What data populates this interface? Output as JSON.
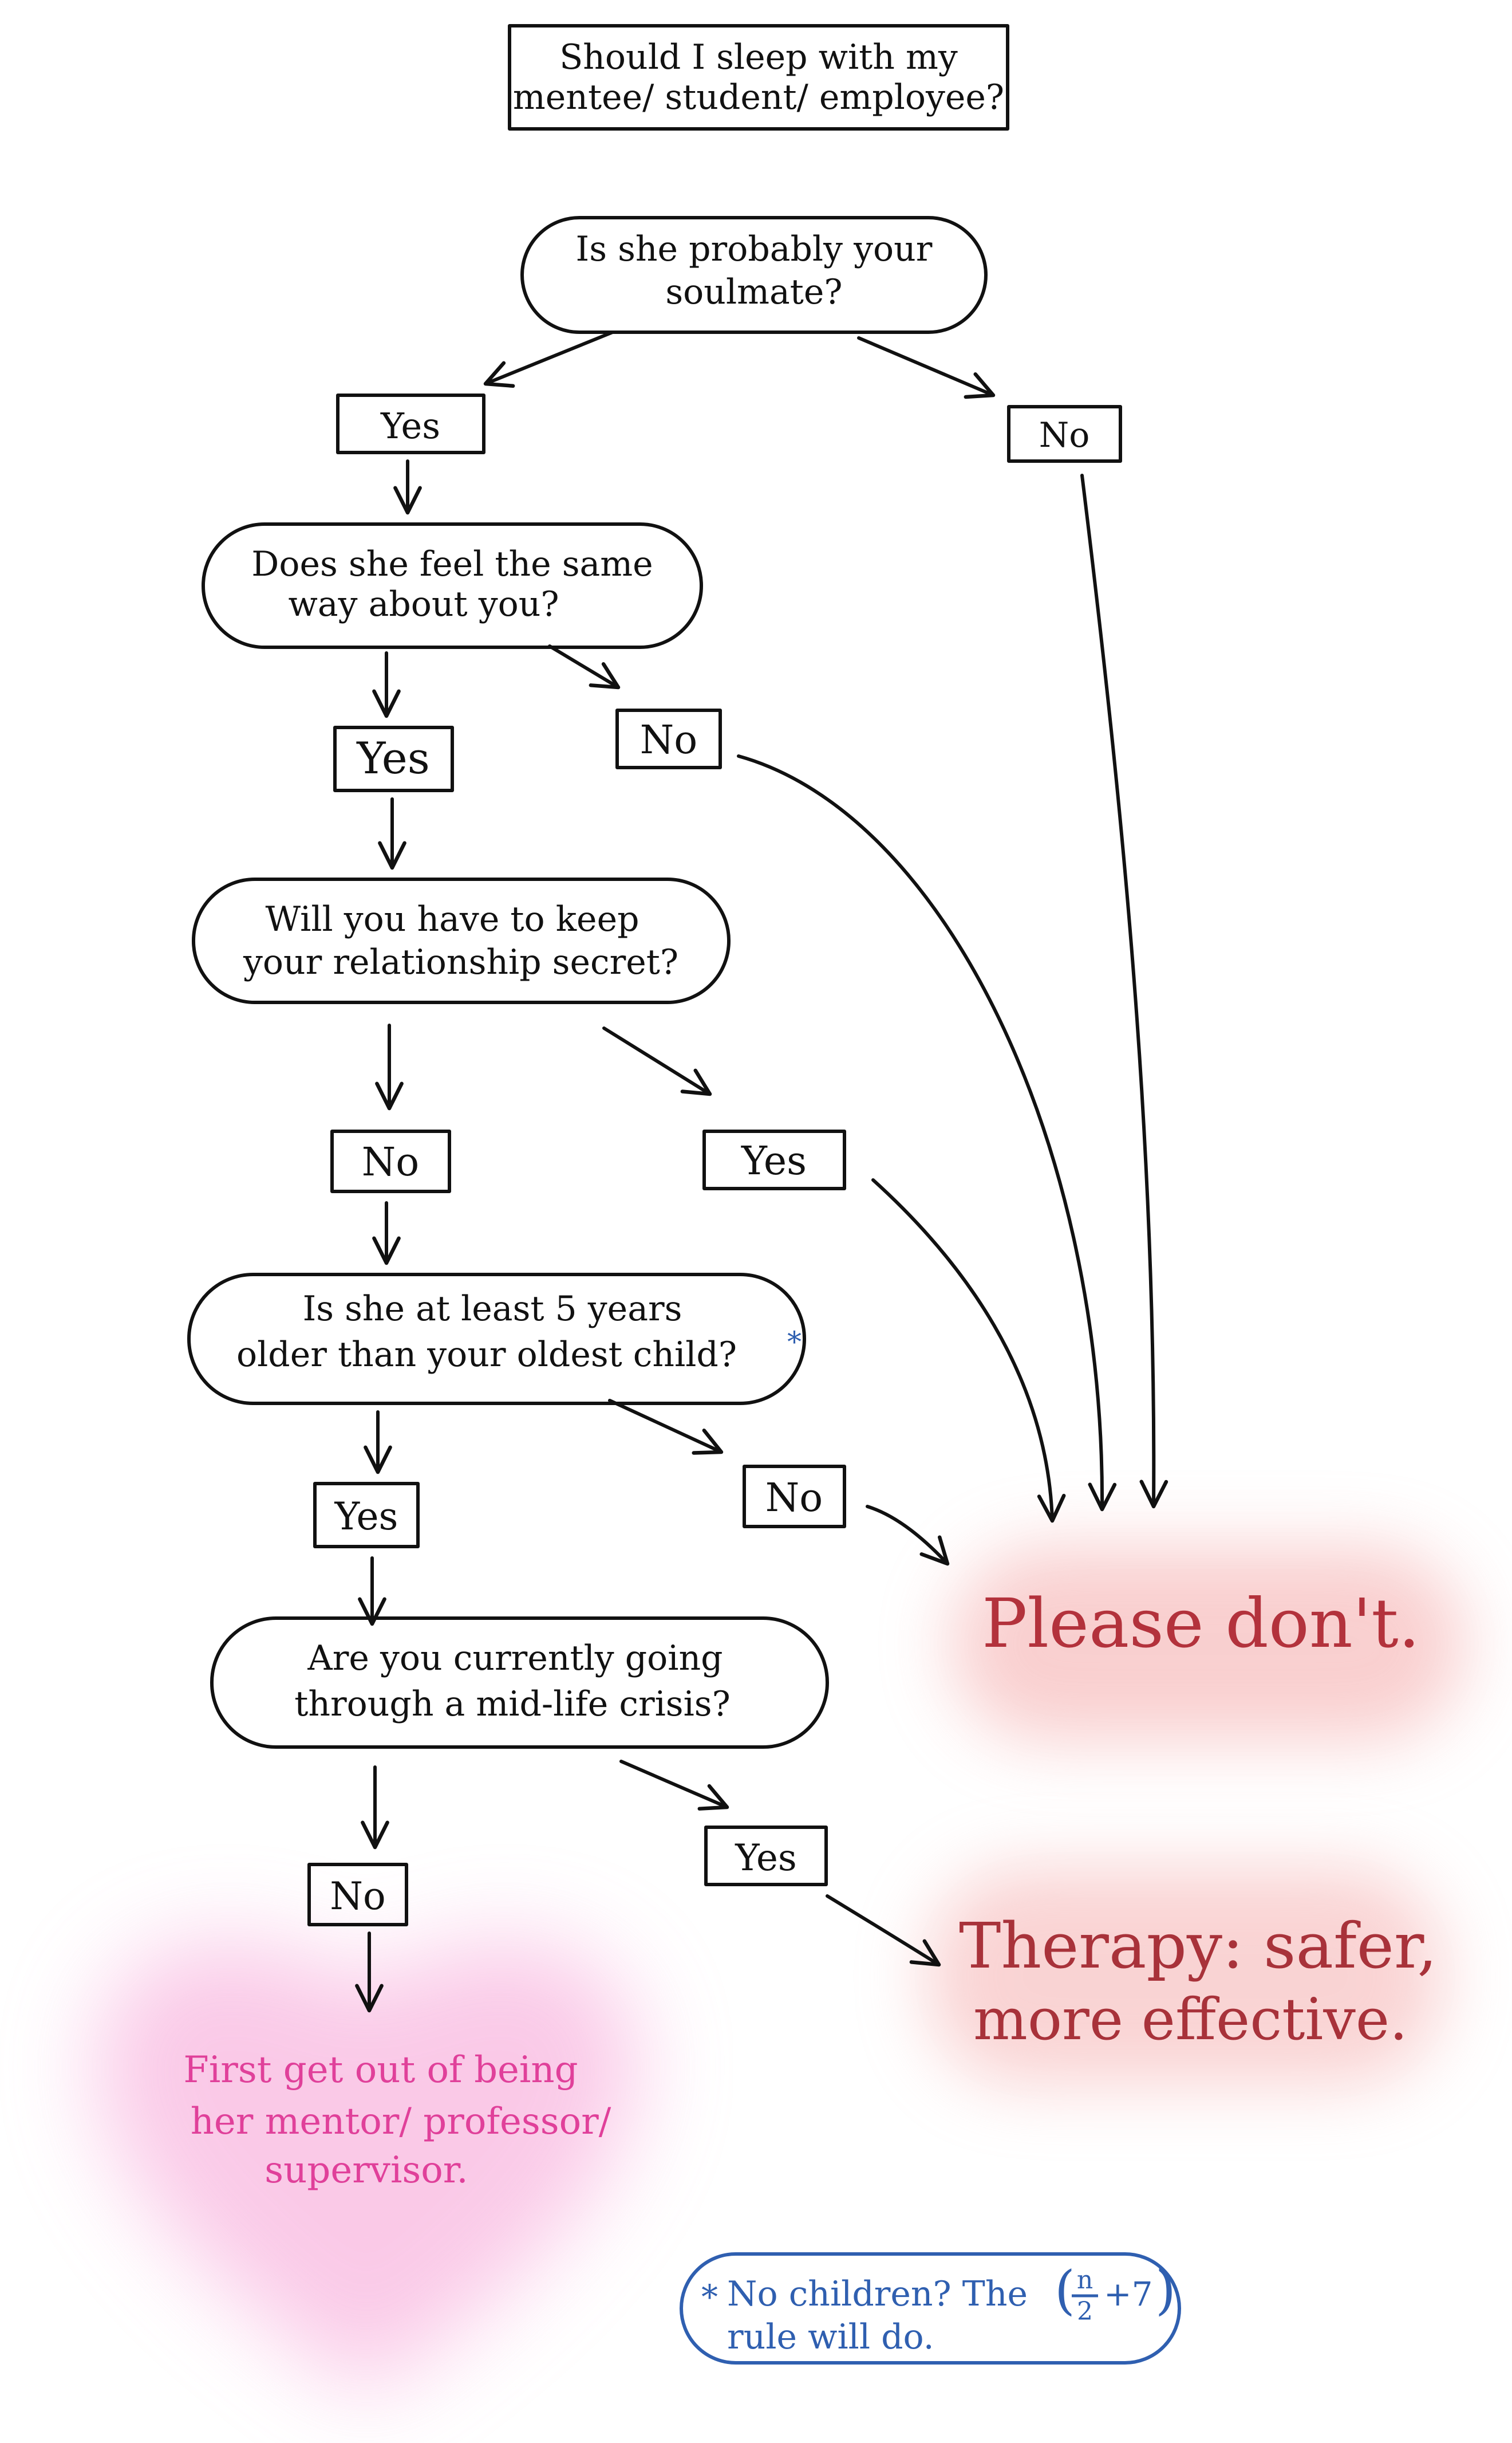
{
  "title": [
    "Should I sleep with my",
    "mentee/ student/ employee?"
  ],
  "questions": {
    "q1": [
      "Is she probably your",
      "soulmate?"
    ],
    "q2": [
      "Does she feel the same",
      "way about you?"
    ],
    "q3": [
      "Will you have to keep",
      "your relationship secret?"
    ],
    "q4": [
      "Is she at least 5 years",
      "older than your oldest child?"
    ],
    "q5": [
      "Are you currently going",
      "through a mid-life crisis?"
    ]
  },
  "answers": {
    "q1_yes": "Yes",
    "q1_no": "No",
    "q2_yes": "Yes",
    "q2_no": "No",
    "q3_no": "No",
    "q3_yes": "Yes",
    "q4_yes": "Yes",
    "q4_no": "No",
    "q5_no": "No",
    "q5_yes": "Yes"
  },
  "outcomes": {
    "please_dont": "Please don't.",
    "therapy": [
      "Therapy: safer,",
      "more effective."
    ],
    "mentor": [
      "First get out of being",
      "her mentor/ professor/",
      "supervisor."
    ]
  },
  "footnote": {
    "marker": "*",
    "line1_before": "No children? The",
    "fraction_num": "n",
    "fraction_den": "2",
    "fraction_plus": "+7",
    "line2": "rule will do."
  },
  "colors": {
    "ink": "#111111",
    "please_dont": "#b3323c",
    "therapy": "#a8323a",
    "mentor": "#e0409a",
    "footnote": "#2f5fb0",
    "red_glow": "#f4a8a8",
    "pink_glow": "#f7a6d8"
  }
}
